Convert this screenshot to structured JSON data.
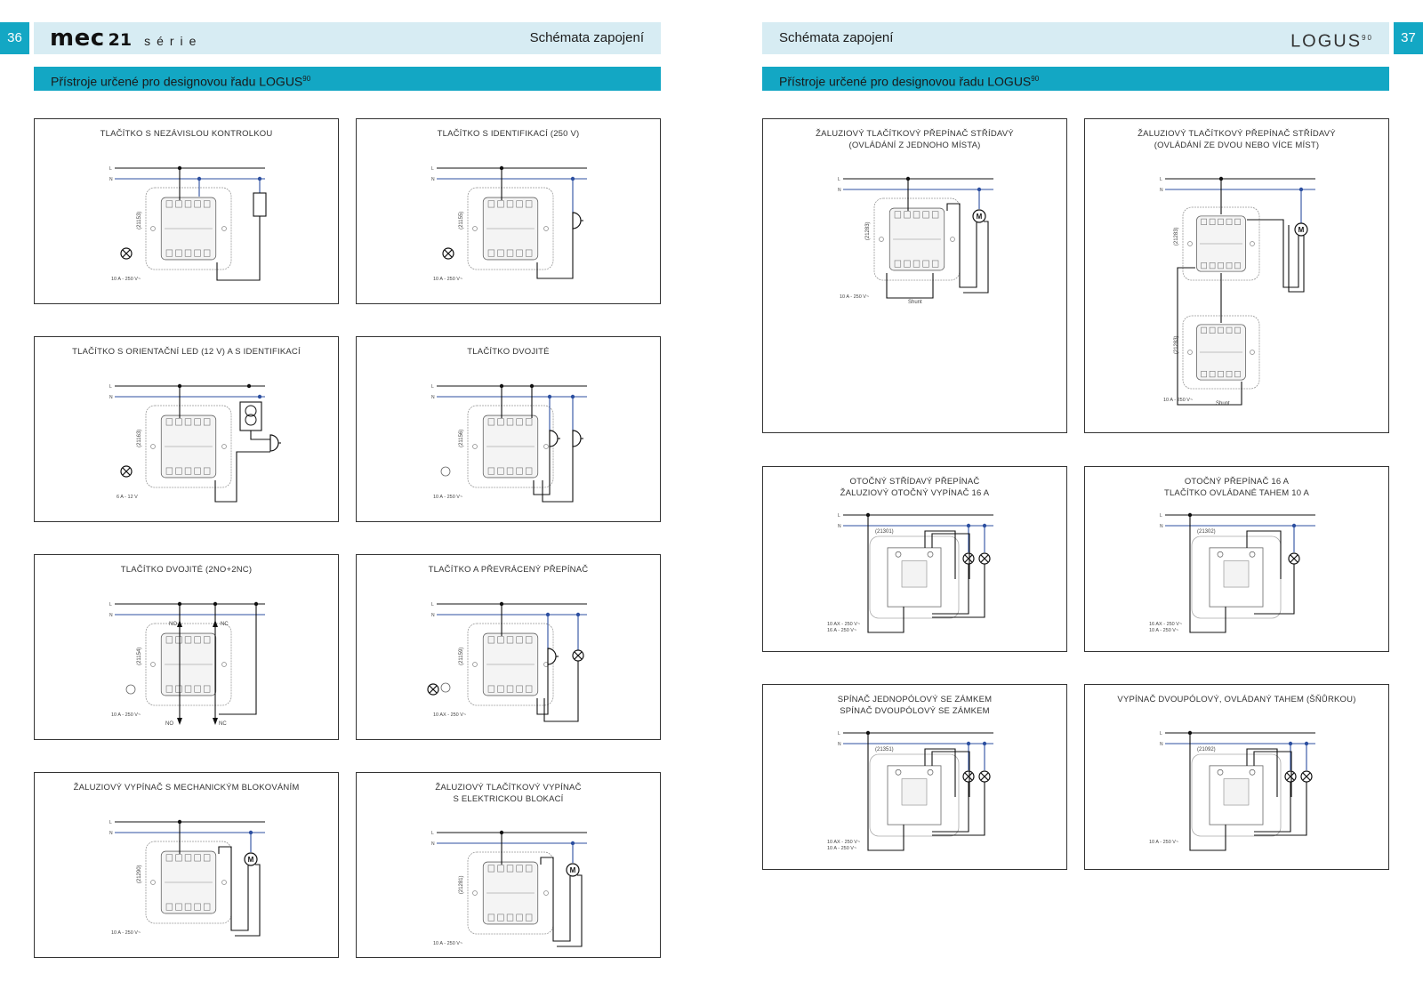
{
  "left_page": {
    "page_number": "36",
    "brand": {
      "mec": "mec",
      "num": "21",
      "serie": "série"
    },
    "header_title": "Schémata zapojení",
    "section_title": "Přístroje určené pro designovou řadu LOGUS",
    "section_sup": "90"
  },
  "right_page": {
    "page_number": "37",
    "header_title": "Schémata zapojení",
    "logo_text": "LOGUS",
    "logo_sup": "90",
    "section_title": "Přístroje určené pro designovou řadu LOGUS",
    "section_sup": "90"
  },
  "diagram_labels": {
    "line": "L",
    "neutral": "N",
    "motor": "M",
    "no": "NO",
    "nc": "NC",
    "shunt": "Shunt"
  },
  "panels": [
    {
      "title": "TLAČÍTKO S NEZÁVISLOU KONTROLKOU",
      "code": "(21153)",
      "rating": "10 A - 250 V~",
      "variant": "indicator"
    },
    {
      "title": "TLAČÍTKO S IDENTIFIKACÍ (250 V)",
      "code": "(21155)",
      "rating": "10 A - 250 V~",
      "variant": "bell"
    },
    {
      "title": "TLAČÍTKO S ORIENTAČNÍ LED (12 V) A S IDENTIFIKACÍ",
      "code": "(21163)",
      "rating": "6 A - 12 V",
      "variant": "transformer"
    },
    {
      "title": "TLAČÍTKO DVOJITÉ",
      "code": "(21156)",
      "rating": "10 A - 250 V~",
      "variant": "double-bell"
    },
    {
      "title": "TLAČÍTKO DVOJITÉ (2NO+2NC)",
      "code": "(21154)",
      "rating": "10 A - 250 V~",
      "variant": "nonc"
    },
    {
      "title": "TLAČÍTKO A PŘEVRÁCENÝ PŘEPÍNAČ",
      "code": "(21159)",
      "rating": "10 AX - 250 V~",
      "variant": "bell-lamp"
    },
    {
      "title": "ŽALUZIOVÝ VYPÍNAČ S MECHANICKÝM BLOKOVÁNÍM",
      "code": "(21290)",
      "rating": "10 A - 250 V~",
      "variant": "motor"
    },
    {
      "title": "ŽALUZIOVÝ TLAČÍTKOVÝ VYPÍNAČ\nS ELEKTRICKOU BLOKACÍ",
      "code": "(21281)",
      "rating": "10 A - 250 V~",
      "variant": "motor"
    },
    {
      "title": "ŽALUZIOVÝ TLAČÍTKOVÝ PŘEPÍNAČ STŘÍDAVÝ\n(OVLÁDÁNÍ Z JEDNOHO MÍSTA)",
      "code": "(21283)",
      "rating": "10 A - 250 V~",
      "variant": "motor-shunt"
    },
    {
      "title": "ŽALUZIOVÝ TLAČÍTKOVÝ  PŘEPÍNAČ STŘÍDAVÝ\n(OVLÁDÁNÍ ZE DVOU NEBO VÍCE MÍST)",
      "code": "(21283)",
      "code2": "(21283)",
      "rating": "10 A - 250 V~",
      "variant": "motor-two"
    },
    {
      "title": "OTOČNÝ STŘÍDAVÝ PŘEPÍNAČ\nŽALUZIOVÝ OTOČNÝ VYPÍNAČ 16 A",
      "code": "(21301)",
      "rating": "10 AX - 250 V~\n16 A - 250 V~",
      "variant": "rotary-two"
    },
    {
      "title": "OTOČNÝ PŘEPÍNAČ 16 A\nTLAČÍTKO OVLÁDANÉ TAHEM 10 A",
      "code": "(21302)",
      "rating": "16 AX - 250 V~\n10 A - 250 V~",
      "variant": "rotary-one"
    },
    {
      "title": "SPÍNAČ JEDNOPÓLOVÝ SE ZÁMKEM\nSPÍNAČ DVOUPÓLOVÝ SE ZÁMKEM",
      "code": "(21351)",
      "rating": "10 AX - 250 V~\n10 A - 250 V~",
      "variant": "rotary-two"
    },
    {
      "title": "VYPÍNAČ DVOUPÓLOVÝ, OVLÁDANÝ TAHEM (ŠŇŮRKOU)",
      "code": "(21092)",
      "rating": "10 A - 250 V~",
      "variant": "rotary-two"
    }
  ],
  "colors": {
    "accent": "#13a7c4",
    "header_bg": "#d7ecf3",
    "neutral_wire": "#2c4fa0",
    "line_wire": "#111111"
  }
}
